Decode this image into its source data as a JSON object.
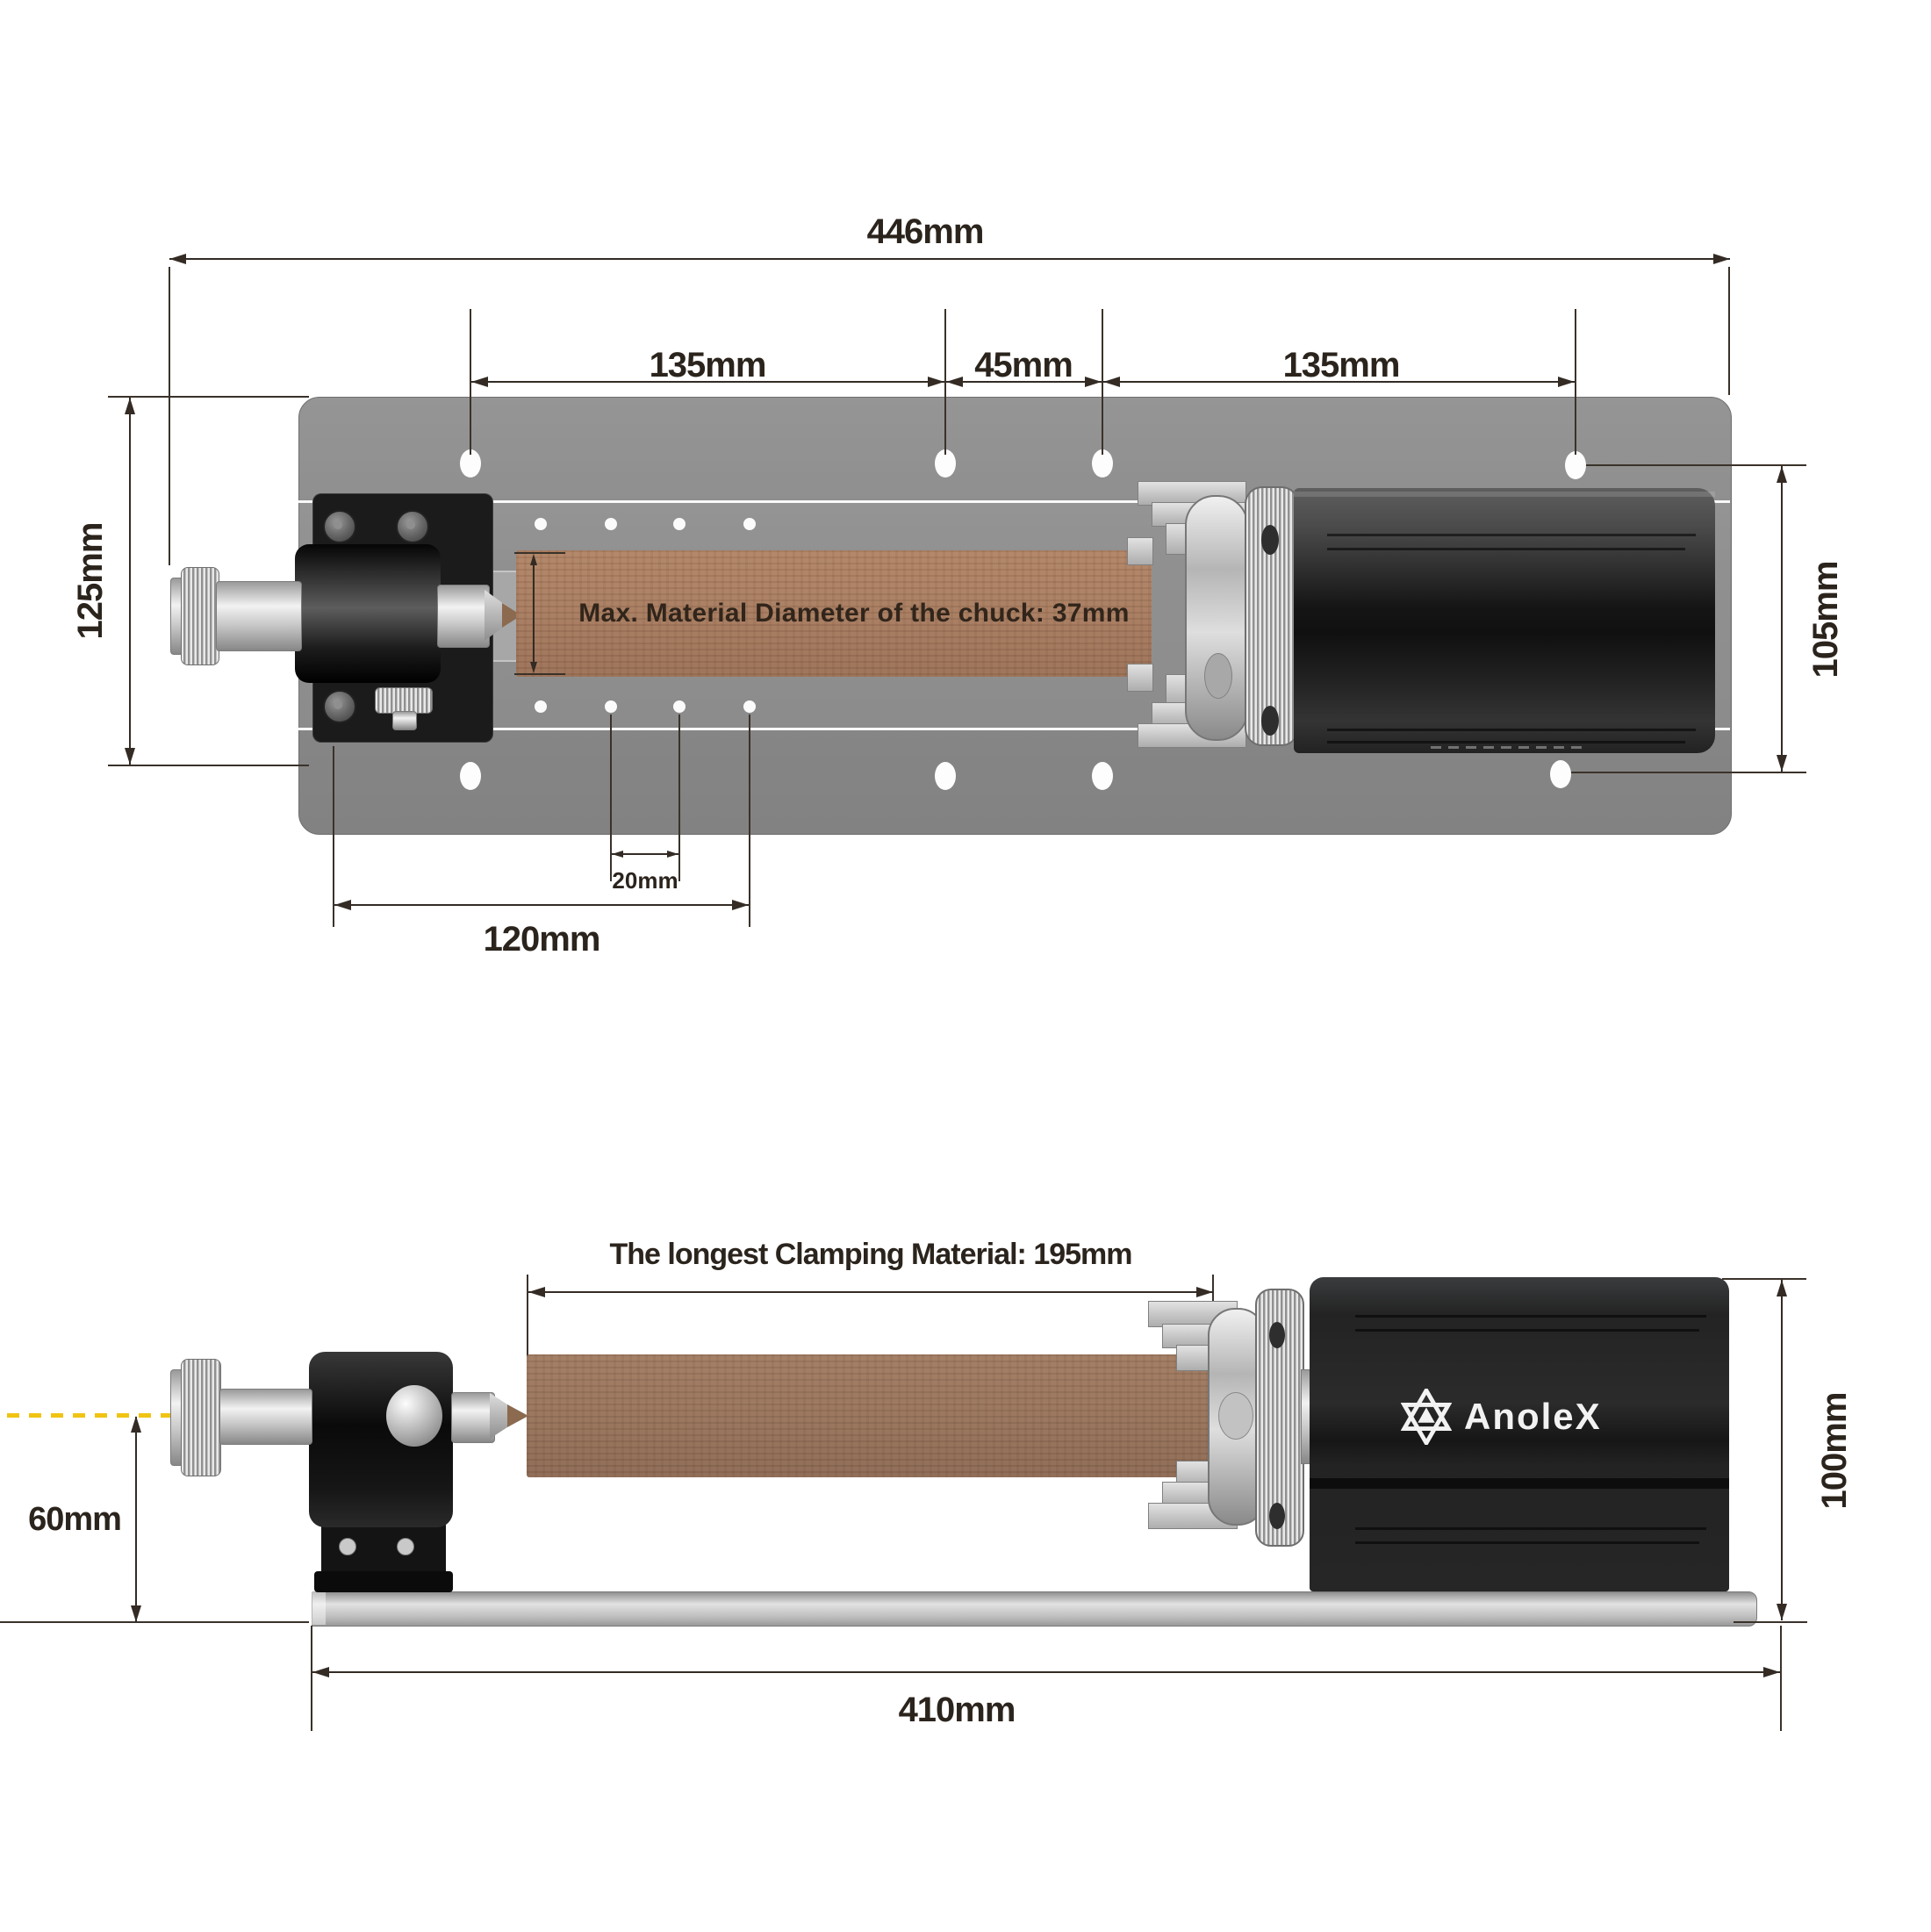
{
  "meta": {
    "kind": "product dimension diagram",
    "subject": "laser engraver rotary roller attachment, top view and side view"
  },
  "brand": {
    "name": "AnoleX"
  },
  "colors": {
    "ink": "#2b241d",
    "line": "#332b24",
    "plate_gray": "#8c8c8c",
    "wood": "#aa7f62",
    "accent_yellow": "#f0c413",
    "motor_black": "#232323",
    "silver": "#c9c9c9",
    "background": "#ffffff"
  },
  "top_view": {
    "overall_width": "446mm",
    "span_left": "135mm",
    "span_mid": "45mm",
    "span_right": "135mm",
    "plate_depth": "125mm",
    "hole_row_gap": "105mm",
    "tailstock_travel": "120mm",
    "hole_pitch": "20mm",
    "chuck_note": "Max. Material Diameter of the chuck: 37mm"
  },
  "side_view": {
    "clamping_length": "The longest Clamping Material: 195mm",
    "axis_height": "60mm",
    "overall_height": "100mm",
    "base_length": "410mm"
  }
}
